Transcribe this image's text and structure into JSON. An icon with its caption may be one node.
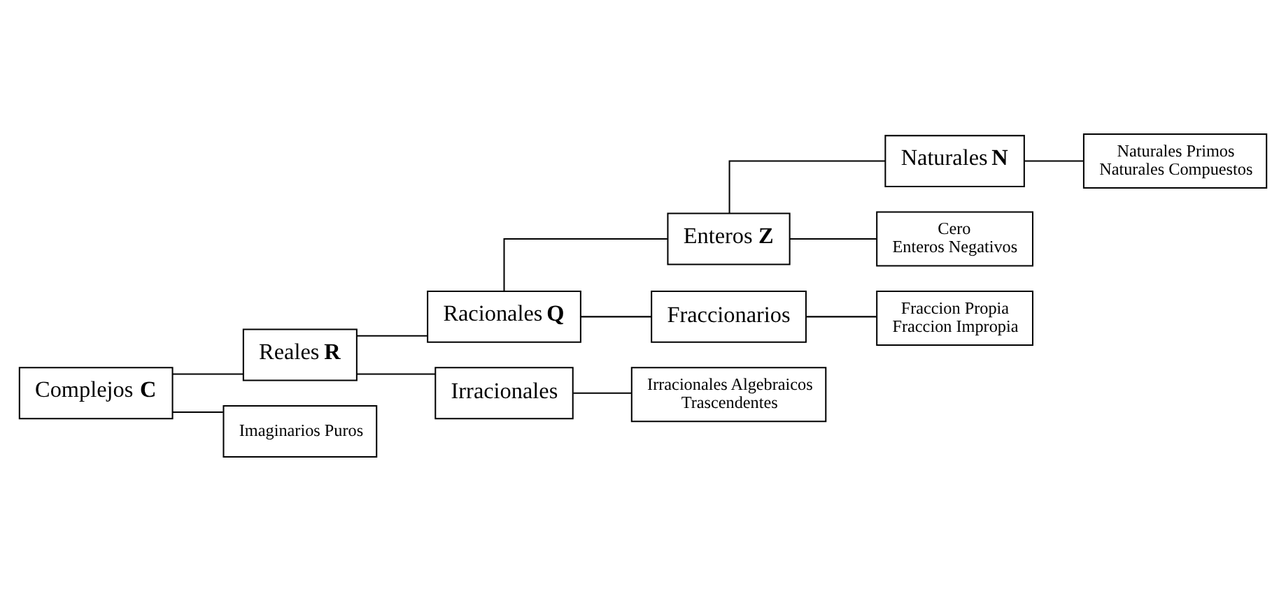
{
  "diagram": {
    "nodes": [
      {
        "text": [
          "Complejos **C**"
        ]
      },
      {
        "text": [
          "Reales **R**"
        ]
      },
      {
        "text": [
          "Imaginarios Puros"
        ]
      },
      {
        "text": [
          "Racionales **Q**"
        ]
      },
      {
        "text": [
          "Irracionales"
        ]
      },
      {
        "text": [
          "Enteros **Z**"
        ]
      },
      {
        "text": [
          "Fraccionarios"
        ]
      },
      {
        "text": [
          "Naturales **N**"
        ]
      },
      {
        "text": [
          "Cero",
          "Enteros Negativos"
        ]
      },
      {
        "text": [
          "Naturales Primos",
          "Naturales Compuestos"
        ]
      },
      {
        "text": [
          "Fraccion Propia",
          "Fraccion Impropia"
        ]
      },
      {
        "text": [
          "Irracionales Algebraicos",
          "Trascendentes"
        ]
      }
    ],
    "edges": [
      {
        "from": 0,
        "to": 1,
        "arrow": "none"
      },
      {
        "from": 0,
        "to": 2,
        "arrow": "none"
      },
      {
        "from": 1,
        "to": 3,
        "arrow": "none"
      },
      {
        "from": 1,
        "to": 4,
        "arrow": "none"
      },
      {
        "from": 3,
        "to": 5,
        "arrow": "none"
      },
      {
        "from": 3,
        "to": 6,
        "arrow": "none"
      },
      {
        "from": 5,
        "to": 7,
        "arrow": "none"
      },
      {
        "from": 5,
        "to": 8,
        "arrow": "none"
      },
      {
        "from": 7,
        "to": 9,
        "arrow": "none"
      },
      {
        "from": 6,
        "to": 10,
        "arrow": "none"
      },
      {
        "from": 4,
        "to": 11,
        "arrow": "none"
      }
    ]
  }
}
